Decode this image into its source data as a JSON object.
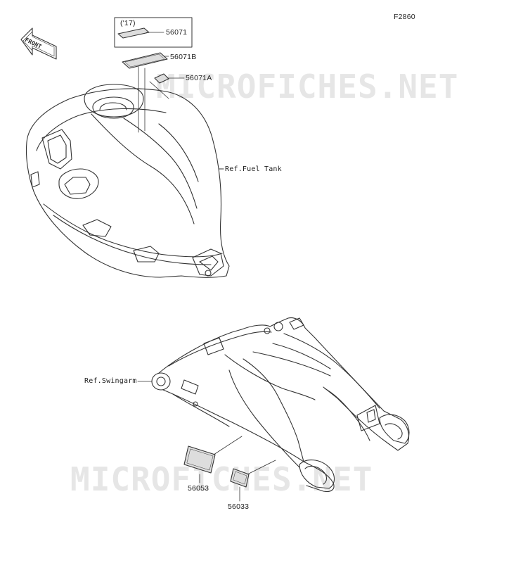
{
  "figure": {
    "code": "F2860"
  },
  "direction": {
    "label": "FRONT"
  },
  "watermark": {
    "text": "MICROFICHES.NET"
  },
  "variant_box": {
    "year_label": "('17)"
  },
  "parts": {
    "label_56071": "56071",
    "label_56071B": "56071B",
    "label_56071A": "56071A",
    "label_56053": "56053",
    "label_56033": "56033"
  },
  "references": {
    "fuel_tank": "Ref.Fuel Tank",
    "swingarm": "Ref.Swingarm"
  },
  "colors": {
    "line": "#333333",
    "label_fill": "#d8d8d8",
    "watermark": "#e6e6e6"
  }
}
